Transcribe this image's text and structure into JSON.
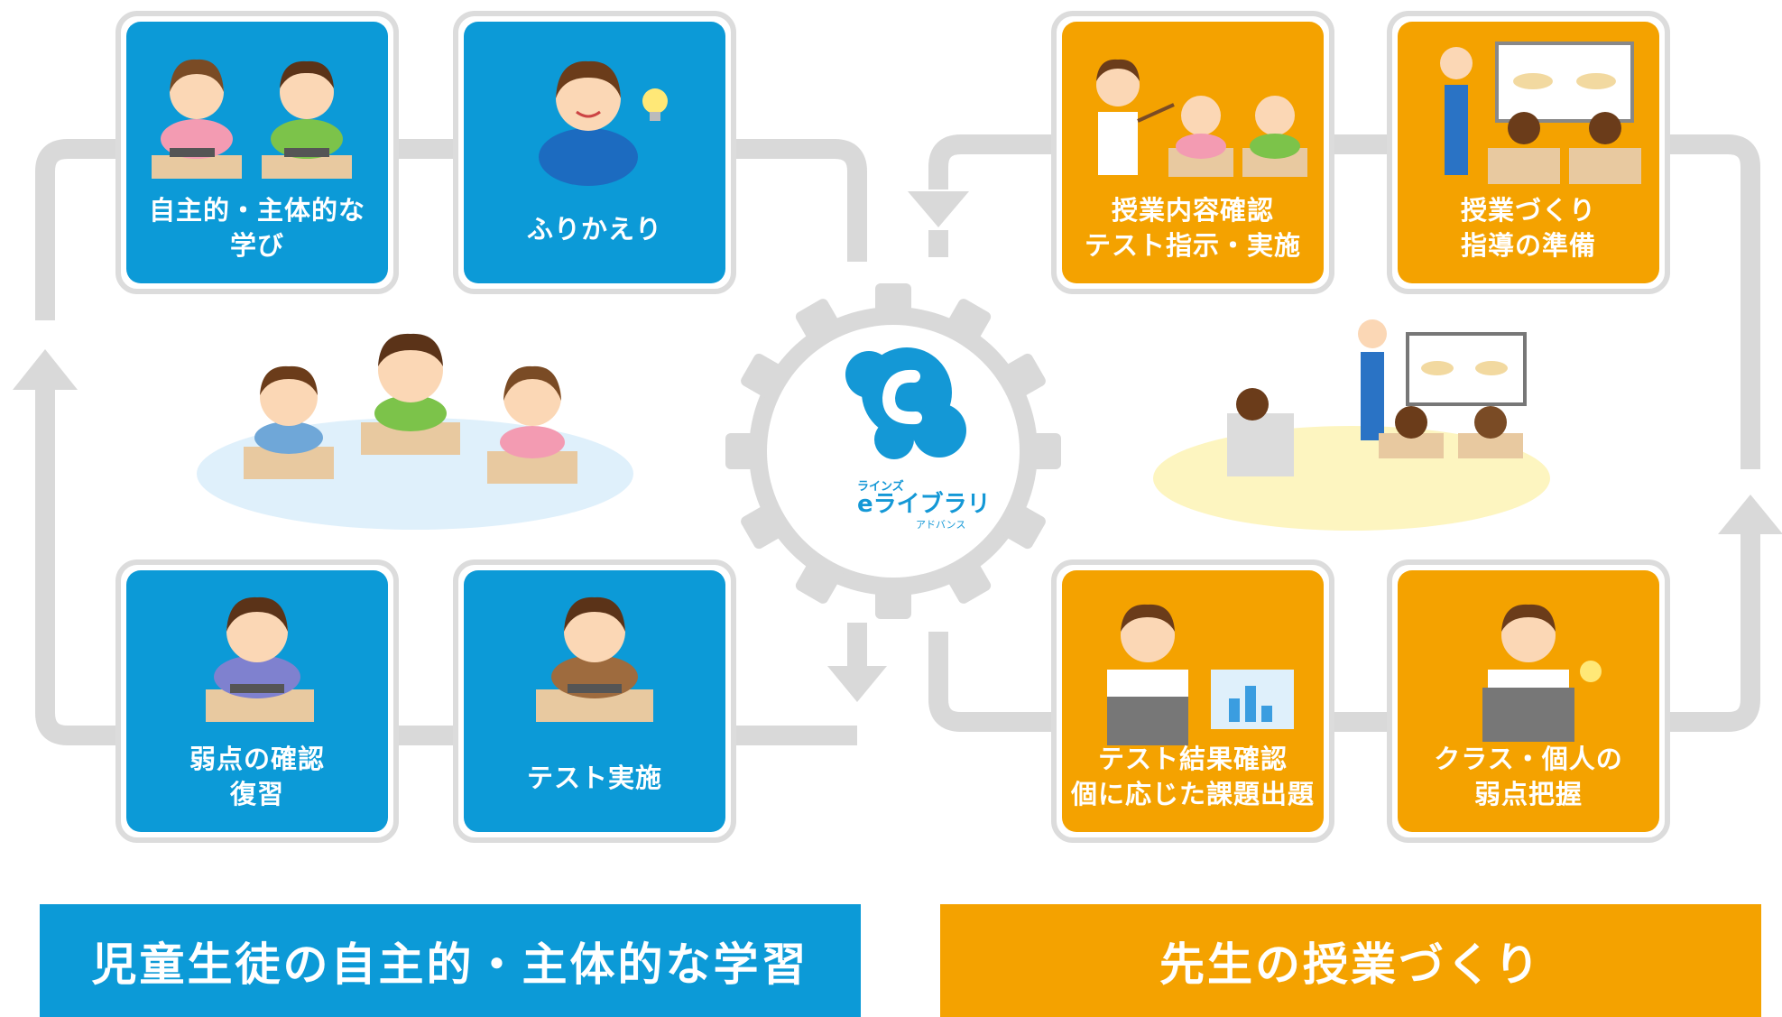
{
  "colors": {
    "student_blue": "#0c9ad7",
    "teacher_orange": "#f4a200",
    "flow_gray": "#d9d9d9"
  },
  "student_cards": [
    {
      "lines": [
        "自主的・主体的な",
        "学び"
      ]
    },
    {
      "lines": [
        "ふりかえり"
      ]
    },
    {
      "lines": [
        "弱点の確認",
        "復習"
      ]
    },
    {
      "lines": [
        "テスト実施"
      ]
    }
  ],
  "teacher_cards": [
    {
      "lines": [
        "授業内容確認",
        "テスト指示・実施"
      ]
    },
    {
      "lines": [
        "授業づくり",
        "指導の準備"
      ]
    },
    {
      "lines": [
        "テスト結果確認",
        "個に応じた課題出題"
      ]
    },
    {
      "lines": [
        "クラス・個人の",
        "弱点把握"
      ]
    }
  ],
  "logo": {
    "top": "ラインズ",
    "main": "eライブラリ",
    "sub": "アドバンス"
  },
  "banners": {
    "student": "児童生徒の自主的・主体的な学習",
    "teacher": "先生の授業づくり"
  }
}
